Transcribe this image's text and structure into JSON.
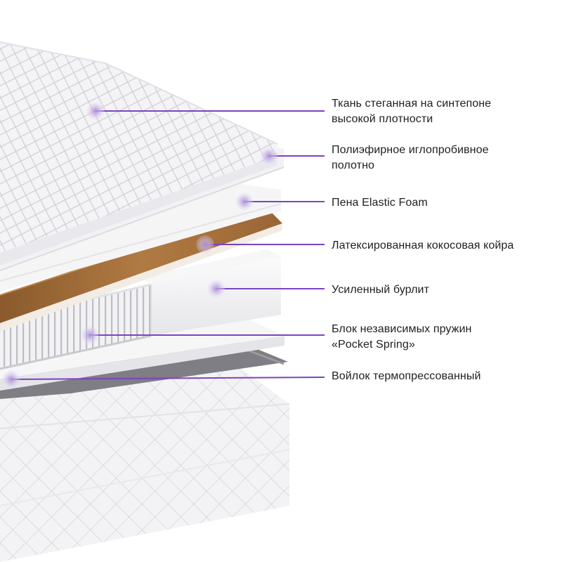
{
  "accent_color": "#7a44c2",
  "layers": [
    {
      "id": "quilted-fabric",
      "lines": [
        "Ткань стеганная на синтепоне",
        "высокой плотности"
      ]
    },
    {
      "id": "polyester-felt",
      "lines": [
        "Полиэфирное иглопробивное",
        "полотно"
      ]
    },
    {
      "id": "elastic-foam",
      "lines": [
        "Пена Elastic Foam"
      ]
    },
    {
      "id": "coconut-coir",
      "lines": [
        "Латексированная кокосовая койра"
      ]
    },
    {
      "id": "reinforced-burlit",
      "lines": [
        "Усиленный бурлит"
      ]
    },
    {
      "id": "pocket-spring",
      "lines": [
        "Блок независимых пружин",
        "«Pocket Spring»"
      ]
    },
    {
      "id": "thermo-felt",
      "lines": [
        "Войлок термопрессованный"
      ]
    }
  ]
}
